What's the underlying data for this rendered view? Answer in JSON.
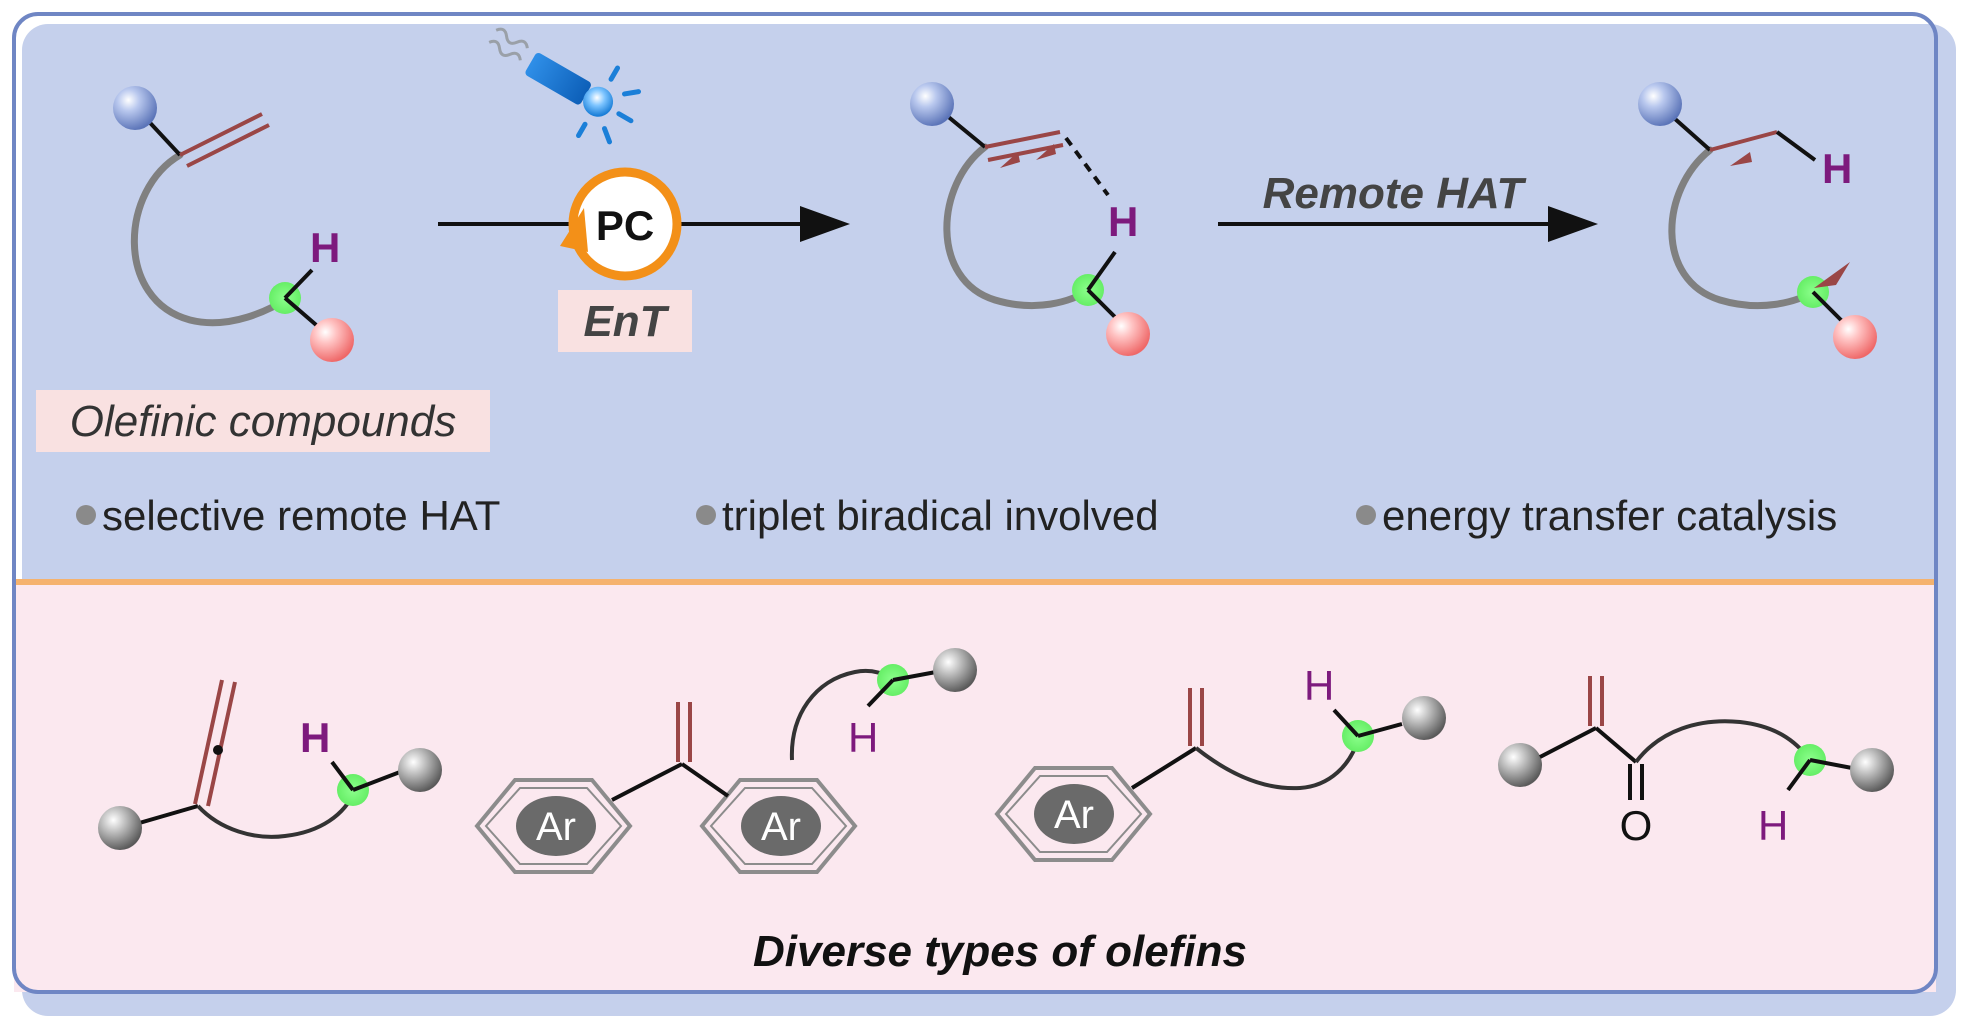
{
  "colors": {
    "frame_border": "#6f86c4",
    "frame_shadow": "#c5d0ec",
    "divider": "#f5b26e",
    "bottom_panel": "#fbe8ef",
    "label_box": "#f9e1e1",
    "hydrogen": "#7d1a7d",
    "double_bond": "#9a4646",
    "chain": "#808080",
    "highlight": "#66ee66",
    "catalyst_ring": "#f39018",
    "lamp_blue": "#1b7fd8",
    "bullet": "#8a8a8a"
  },
  "top": {
    "hydrogen_label": "H",
    "catalyst_label": "PC",
    "ent_label": "EnT",
    "remote_hat_label": "Remote HAT",
    "olefinic_label": "Olefinic compounds",
    "features": [
      "selective remote HAT",
      "triplet biradical involved",
      "energy transfer catalysis"
    ]
  },
  "bottom": {
    "title": "Diverse types of olefins",
    "ar_label": "Ar",
    "oxygen_label": "O",
    "hydrogen_label": "H"
  }
}
